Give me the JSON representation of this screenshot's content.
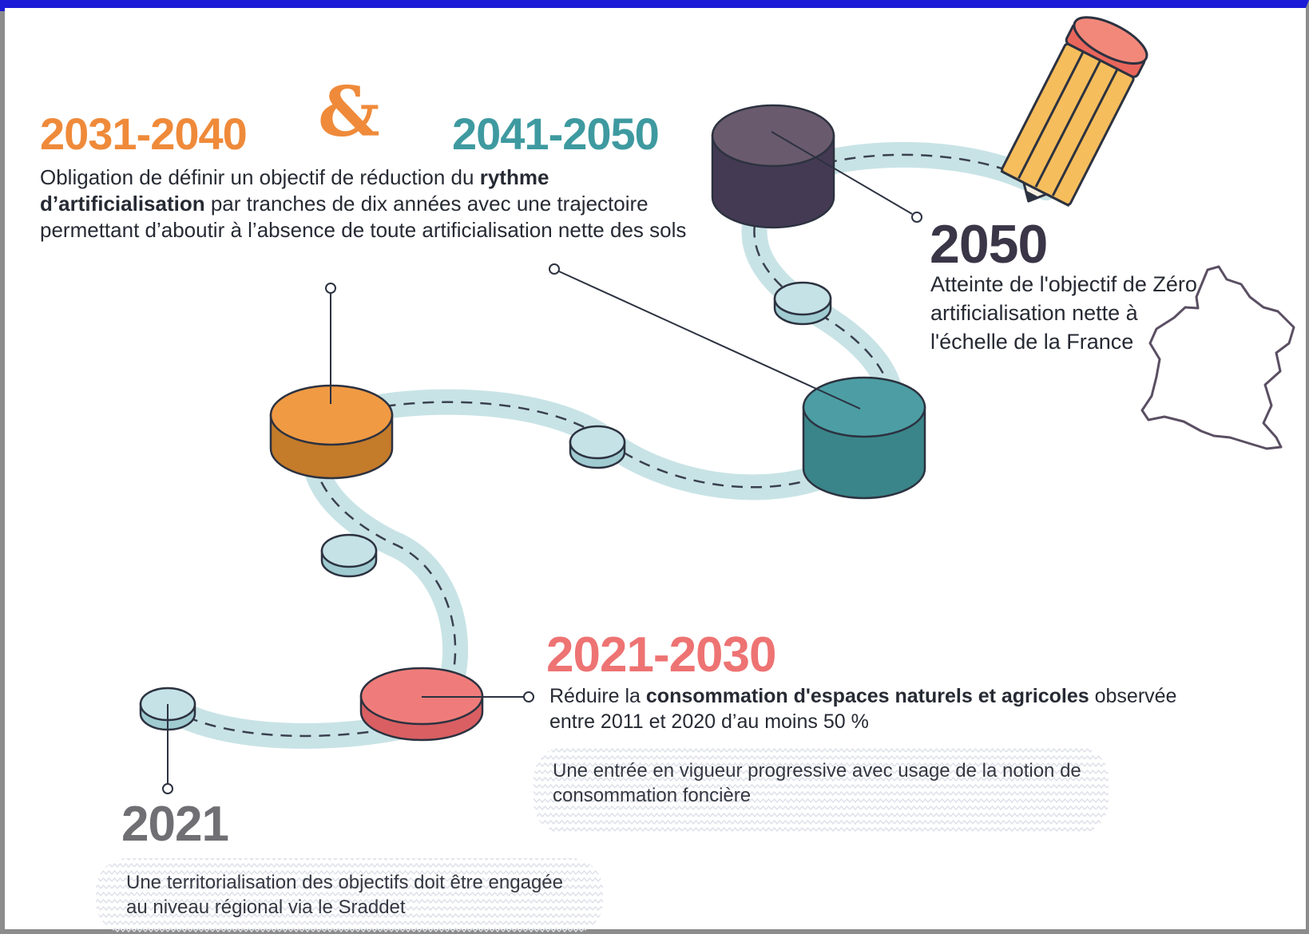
{
  "colors": {
    "orange": "#ef8a3a",
    "teal": "#3e9aa0",
    "dark": "#3a3547",
    "pink": "#ee7373",
    "grey": "#6f6f74",
    "road": "#c8e3e6"
  },
  "period_2031_2040": {
    "year": "2031-2040"
  },
  "ampersand": "&",
  "period_2041_2050": {
    "year": "2041-2050",
    "text_1": "Obligation de définir un objectif de réduction du ",
    "text_bold_1": "rythme d’artificialisation",
    "text_2": " par tranches de dix années avec une trajectoire permettant d’aboutir à l’absence de toute artificialisation nette des sols"
  },
  "milestone_2050": {
    "year": "2050",
    "text": "Atteinte de l'objectif de Zéro artificialisation nette à l'échelle de la France"
  },
  "period_2021_2030": {
    "year": "2021-2030",
    "text_1": "Réduire la ",
    "text_bold": "consommation d'espaces naturels et agricoles",
    "text_2": " observée entre 2011 et 2020 d’au moins 50 %",
    "note": "Une entrée en vigueur progressive avec usage de la notion de consommation foncière"
  },
  "milestone_2021": {
    "year": "2021",
    "note": "Une territorialisation des objectifs doit être engagée au niveau régional via le Sraddet"
  },
  "icons": [
    "pencil-icon",
    "france-map-outline"
  ]
}
